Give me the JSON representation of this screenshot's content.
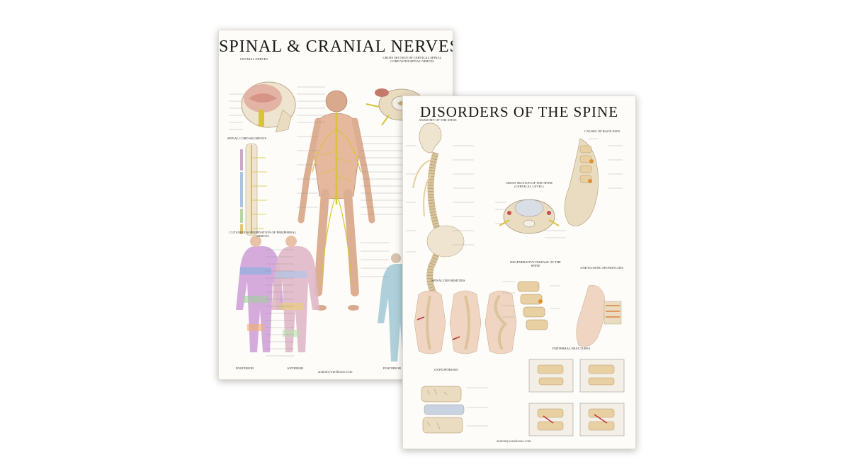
{
  "posters": [
    {
      "title": "SPINAL & CRANIAL NERVES",
      "sections": {
        "cranial": "CRANIAL NERVES",
        "cross": "CROSS SECTION OF CERVICAL SPINAL CORD WITH SPINAL NERVES",
        "segments": "SPINAL CORD SEGMENTS",
        "cutaneous": "CUTANEOUS INNERVATION OF PERIPHERAL NERVES",
        "posterior_left": "POSTERIOR",
        "anterior": "ANTERIOR",
        "posterior_right": "POSTERIOR"
      },
      "footer": "anatomywarehouse.com"
    },
    {
      "title": "DISORDERS OF THE SPINE",
      "sections": {
        "anatomy": "ANATOMY OF THE SPINE",
        "causes": "CAUSES OF BACK PAIN",
        "cross": "CROSS SECTION OF THE SPINE (CERVICAL LEVEL)",
        "deformities": "SPINAL DEFORMITIES",
        "degenerative": "DEGENERATIVE DISEASE OF THE SPINE",
        "ankylosing": "ANKYLOSING SPONDYLITIS",
        "vertebral": "VERTEBRAL FRACTURES",
        "osteoporosis": "OSTEOPOROSIS"
      },
      "footer": "anatomywarehouse.com"
    }
  ],
  "colors": {
    "nerve": "#d8c43a",
    "bone": "#e9dcc0",
    "skin": "#f0d6c2",
    "muscle": "#d9a08a",
    "text": "#1a1a1a"
  }
}
